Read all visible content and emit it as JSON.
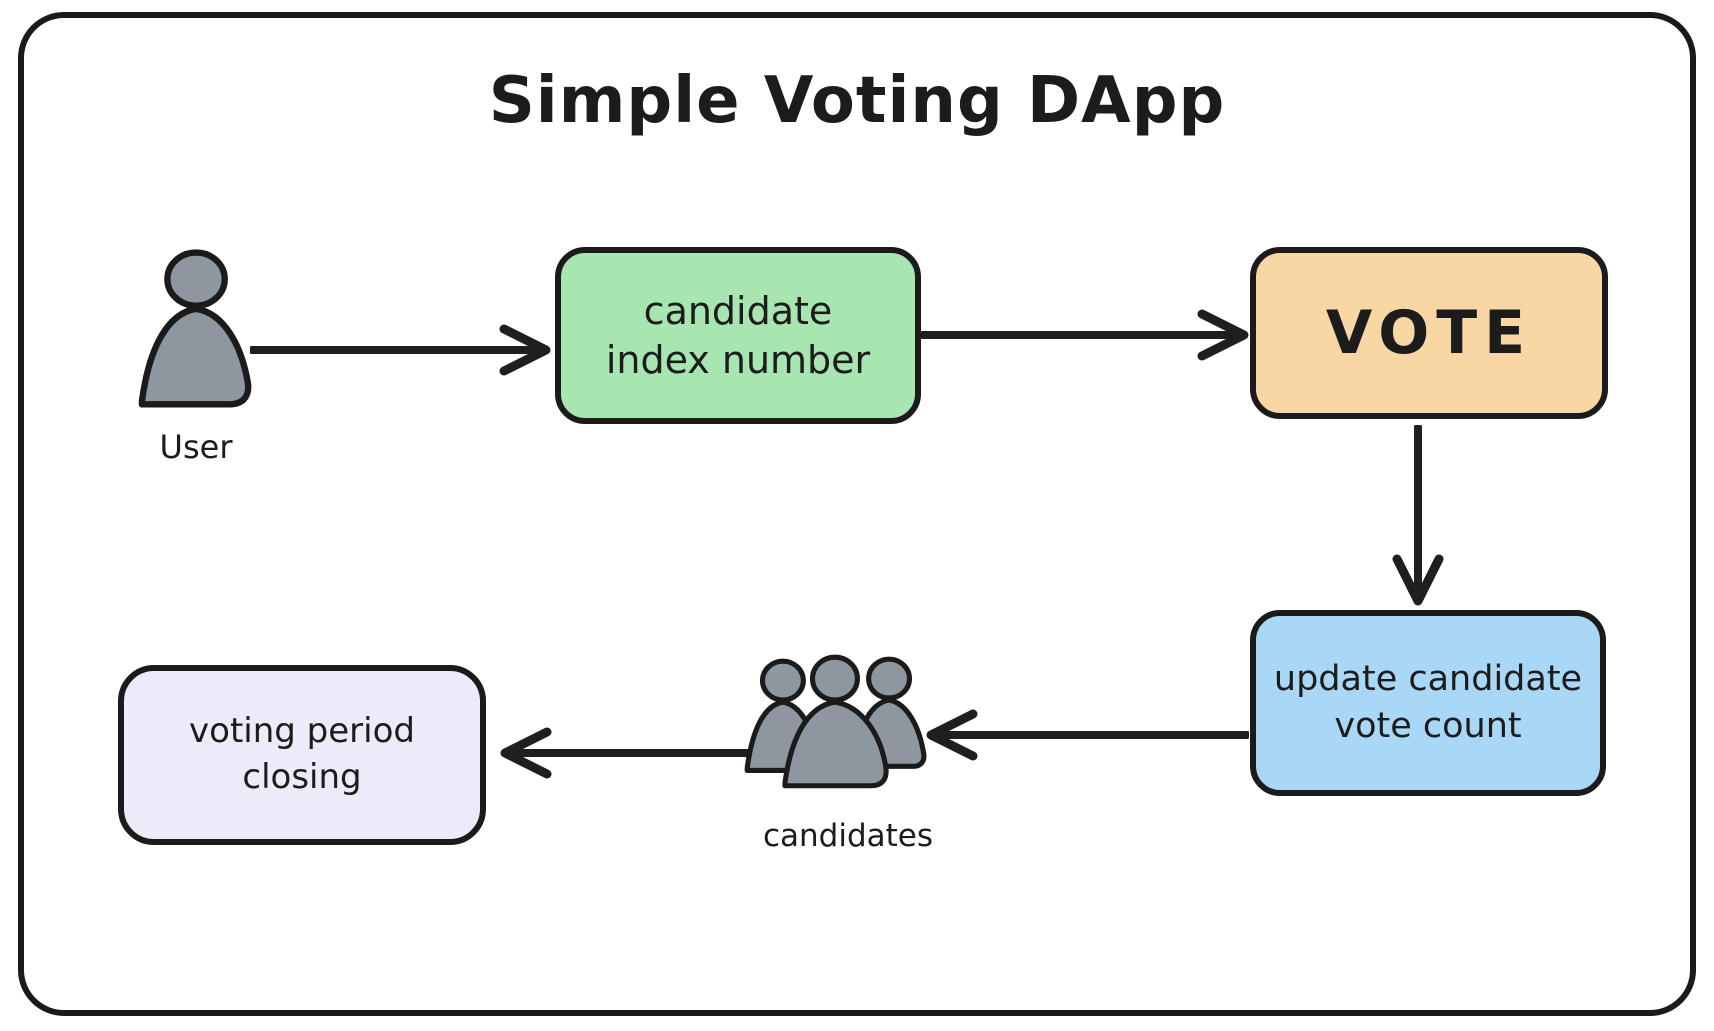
{
  "title": "Simple Voting DApp",
  "diagram": {
    "nodes": {
      "user": {
        "type": "actor",
        "label": "User"
      },
      "candidate_index": {
        "type": "process",
        "label": "candidate index number",
        "lines": [
          "candidate",
          "index number"
        ],
        "fill": "#a8e6b1"
      },
      "vote": {
        "type": "process",
        "label": "VOTE",
        "fill": "#f9d7a4"
      },
      "update_count": {
        "type": "process",
        "label": "update candidate vote count",
        "lines": [
          "update candidate",
          "vote count"
        ],
        "fill": "#a9d8f7"
      },
      "candidates": {
        "type": "actor-group",
        "label": "candidates"
      },
      "voting_period": {
        "type": "process",
        "label": "voting period closing",
        "lines": [
          "voting period",
          "closing"
        ],
        "fill": "#ecebfa"
      }
    },
    "edges": [
      {
        "from": "user",
        "to": "candidate_index",
        "direction": "right"
      },
      {
        "from": "candidate_index",
        "to": "vote",
        "direction": "right"
      },
      {
        "from": "vote",
        "to": "update_count",
        "direction": "down"
      },
      {
        "from": "update_count",
        "to": "candidates",
        "direction": "left"
      },
      {
        "from": "candidates",
        "to": "voting_period",
        "direction": "left"
      }
    ]
  },
  "colors": {
    "background": "#ffffff",
    "outline": "#1b1b1b",
    "figure_fill": "#8e979f"
  }
}
